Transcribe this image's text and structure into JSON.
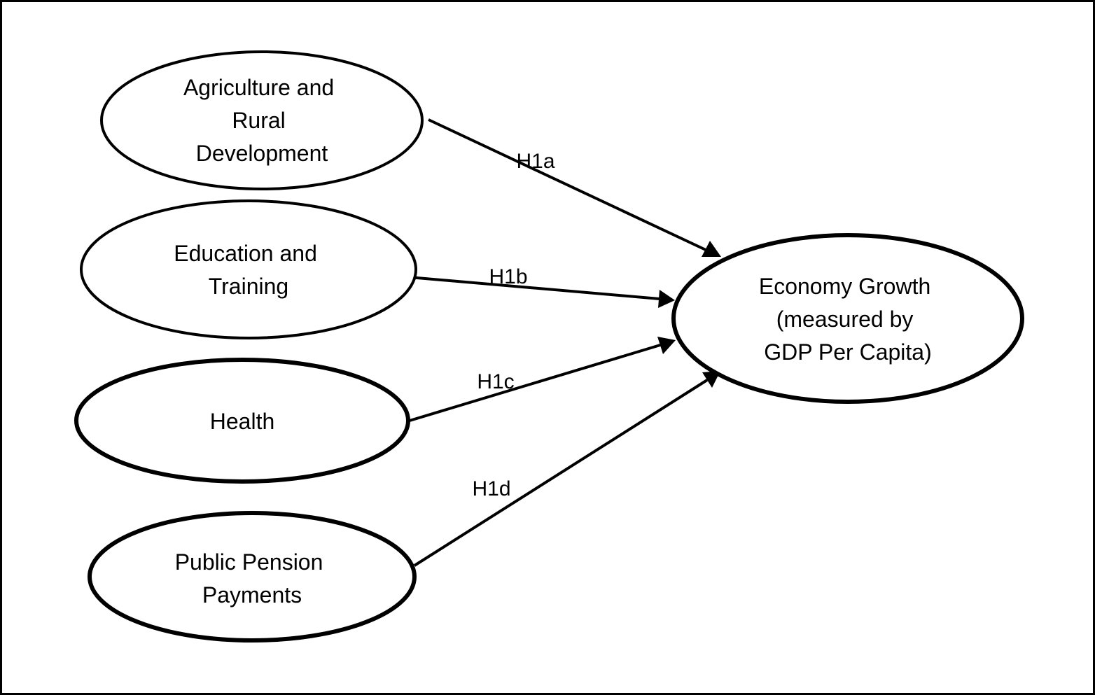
{
  "diagram": {
    "nodes": {
      "agriculture": {
        "lines": [
          "Agriculture and",
          "Rural",
          "Development"
        ]
      },
      "education": {
        "lines": [
          "Education and",
          "Training"
        ]
      },
      "health": {
        "lines": [
          "Health"
        ]
      },
      "pension": {
        "lines": [
          "Public Pension",
          "Payments"
        ]
      },
      "growth": {
        "lines": [
          "Economy Growth",
          "(measured by",
          "GDP Per Capita)"
        ]
      }
    },
    "edges": {
      "h1a": {
        "label": "H1a",
        "from": "agriculture",
        "to": "growth"
      },
      "h1b": {
        "label": "H1b",
        "from": "education",
        "to": "growth"
      },
      "h1c": {
        "label": "H1c",
        "from": "health",
        "to": "growth"
      },
      "h1d": {
        "label": "H1d",
        "from": "pension",
        "to": "growth"
      }
    }
  }
}
